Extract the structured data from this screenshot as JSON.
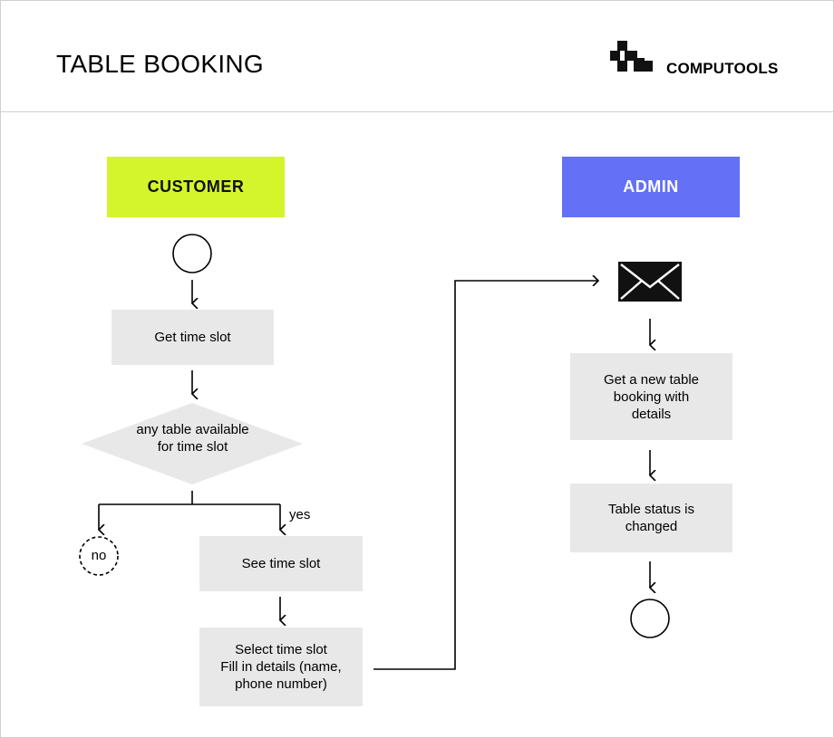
{
  "header": {
    "title": "TABLE BOOKING",
    "brand": "COMPUTOOLS"
  },
  "lanes": {
    "customer": "CUSTOMER",
    "admin": "ADMIN"
  },
  "customer_flow": {
    "get_time_slot": "Get time slot",
    "decision": "any table available for time slot",
    "no_label": "no",
    "yes_label": "yes",
    "see_time_slot": "See time slot",
    "select_line1": "Select time slot",
    "select_line2": "Fill in details (name, phone number)"
  },
  "admin_flow": {
    "envelope_icon": "envelope-icon",
    "new_booking": "Get a new table booking with details",
    "status_changed": "Table status is changed"
  },
  "colors": {
    "customer_lane": "#d4f52c",
    "admin_lane": "#6470f5",
    "step_box": "#e8e8e8"
  }
}
